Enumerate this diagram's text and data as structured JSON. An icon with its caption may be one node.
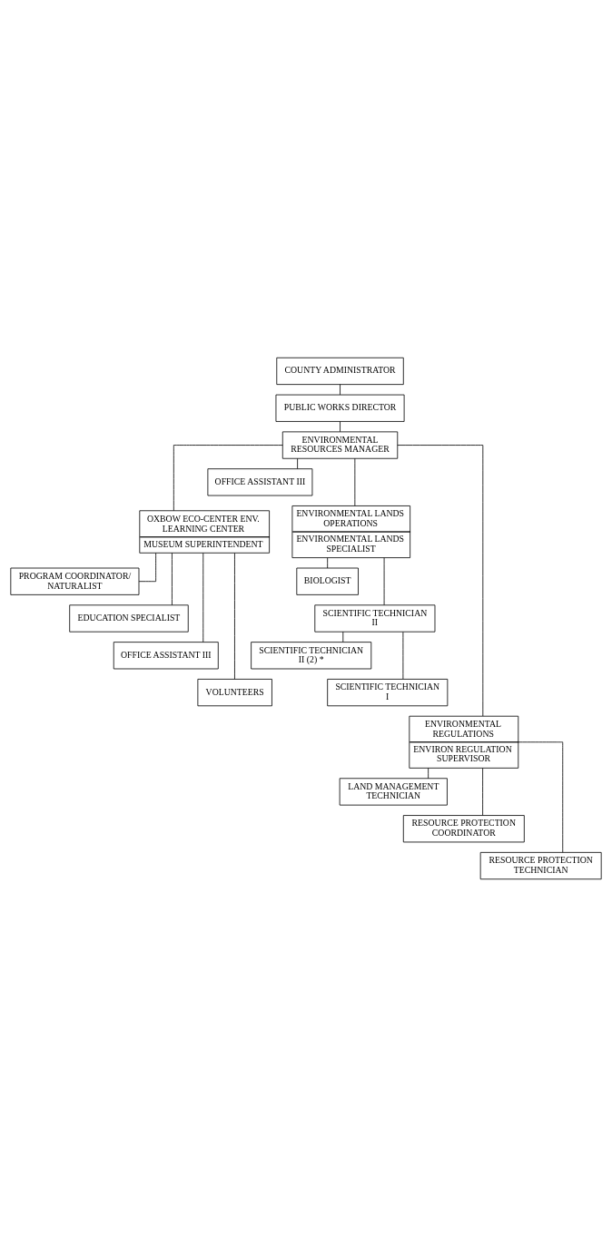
{
  "diagram": {
    "nodes": [
      {
        "text": [
          "COUNTY ADMINISTRATOR"
        ]
      },
      {
        "text": [
          "PUBLIC WORKS DIRECTOR"
        ]
      },
      {
        "text": [
          "ENVIRONMENTAL RESOURCES MANAGER"
        ]
      },
      {
        "text": [
          "OFFICE ASSISTANT III"
        ]
      },
      {
        "text": [
          "OXBOW ECO-CENTER ENV. LEARNING CENTER",
          "MUSEUM SUPERINTENDENT"
        ]
      },
      {
        "text": [
          "ENVIRONMENTAL LANDS OPERATIONS",
          "ENVIRONMENTAL LANDS SPECIALIST"
        ]
      },
      {
        "text": [
          "PROGRAM COORDINATOR/ NATURALIST"
        ]
      },
      {
        "text": [
          "EDUCATION SPECIALIST"
        ]
      },
      {
        "text": [
          "OFFICE ASSISTANT III"
        ]
      },
      {
        "text": [
          "VOLUNTEERS"
        ]
      },
      {
        "text": [
          "BIOLOGIST"
        ]
      },
      {
        "text": [
          "SCIENTIFIC TECHNICIAN II"
        ]
      },
      {
        "text": [
          "SCIENTIFIC TECHNICIAN II (2) *"
        ]
      },
      {
        "text": [
          "SCIENTIFIC TECHNICIAN I"
        ]
      },
      {
        "text": [
          "ENVIRONMENTAL REGULATIONS",
          "ENVIRON REGULATION SUPERVISOR"
        ]
      },
      {
        "text": [
          "LAND MANAGEMENT TECHNICIAN"
        ]
      },
      {
        "text": [
          "RESOURCE PROTECTION COORDINATOR"
        ]
      },
      {
        "text": [
          "RESOURCE PROTECTION TECHNICIAN"
        ]
      }
    ],
    "edges": [
      {
        "from": 0,
        "to": 1,
        "arrow": "none"
      },
      {
        "from": 1,
        "to": 2,
        "arrow": "none"
      },
      {
        "from": 2,
        "to": 3,
        "arrow": "none"
      },
      {
        "from": 2,
        "to": 4,
        "arrow": "none"
      },
      {
        "from": 2,
        "to": 5,
        "arrow": "none"
      },
      {
        "from": 2,
        "to": 14,
        "arrow": "none"
      },
      {
        "from": 4,
        "to": 6,
        "arrow": "none"
      },
      {
        "from": 4,
        "to": 7,
        "arrow": "none"
      },
      {
        "from": 4,
        "to": 8,
        "arrow": "none"
      },
      {
        "from": 4,
        "to": 9,
        "arrow": "none"
      },
      {
        "from": 5,
        "to": 10,
        "arrow": "none"
      },
      {
        "from": 5,
        "to": 11,
        "arrow": "none"
      },
      {
        "from": 11,
        "to": 12,
        "arrow": "none"
      },
      {
        "from": 11,
        "to": 13,
        "arrow": "none"
      },
      {
        "from": 14,
        "to": 15,
        "arrow": "none"
      },
      {
        "from": 14,
        "to": 16,
        "arrow": "none"
      },
      {
        "from": 14,
        "to": 17,
        "arrow": "none"
      }
    ]
  }
}
